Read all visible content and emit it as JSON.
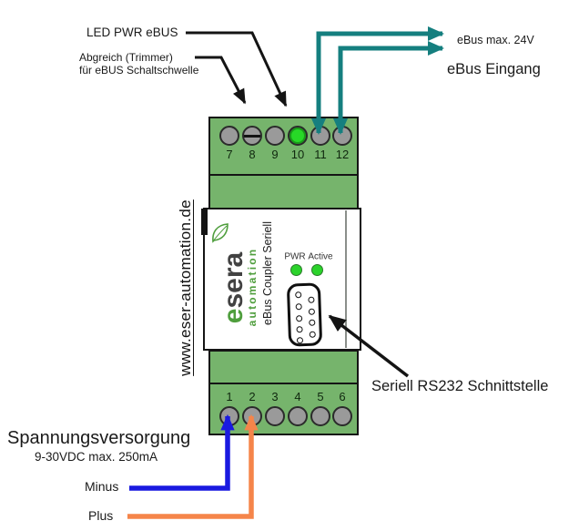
{
  "colors": {
    "module_green": "#76b46c",
    "terminal_gray": "#9a9a9a",
    "led_bright_green": "#27d827",
    "panel_led_green": "#2bd32b",
    "wire_ebus_teal": "#157f7f",
    "wire_minus_blue": "#1a1ae0",
    "wire_plus_orange": "#f5854a",
    "brand_green": "#4f9e3d",
    "annotation_black": "#141414"
  },
  "top_annotations": {
    "led": "LED PWR eBUS",
    "trimmer_line1": "Abgreich (Trimmer)",
    "trimmer_line2": "für eBUS Schaltschwelle",
    "ebus_max": "eBus max. 24V",
    "ebus_in": "eBus Eingang"
  },
  "device": {
    "website": "www.eser-automation.de",
    "brand_first_letter": "e",
    "brand_rest": "sera",
    "brand_sub": "automation",
    "product": "eBus Coupler Seriell",
    "led_pwr_label": "PWR",
    "led_active_label": "Active",
    "top_terminals": [
      "7",
      "8",
      "9",
      "10",
      "11",
      "12"
    ],
    "bottom_terminals": [
      "1",
      "2",
      "3",
      "4",
      "5",
      "6"
    ]
  },
  "bottom_annotations": {
    "rs232": "Seriell RS232 Schnittstelle",
    "power_title": "Spannungsversorgung",
    "power_spec": "9-30VDC max. 250mA",
    "minus": "Minus",
    "plus": "Plus"
  }
}
